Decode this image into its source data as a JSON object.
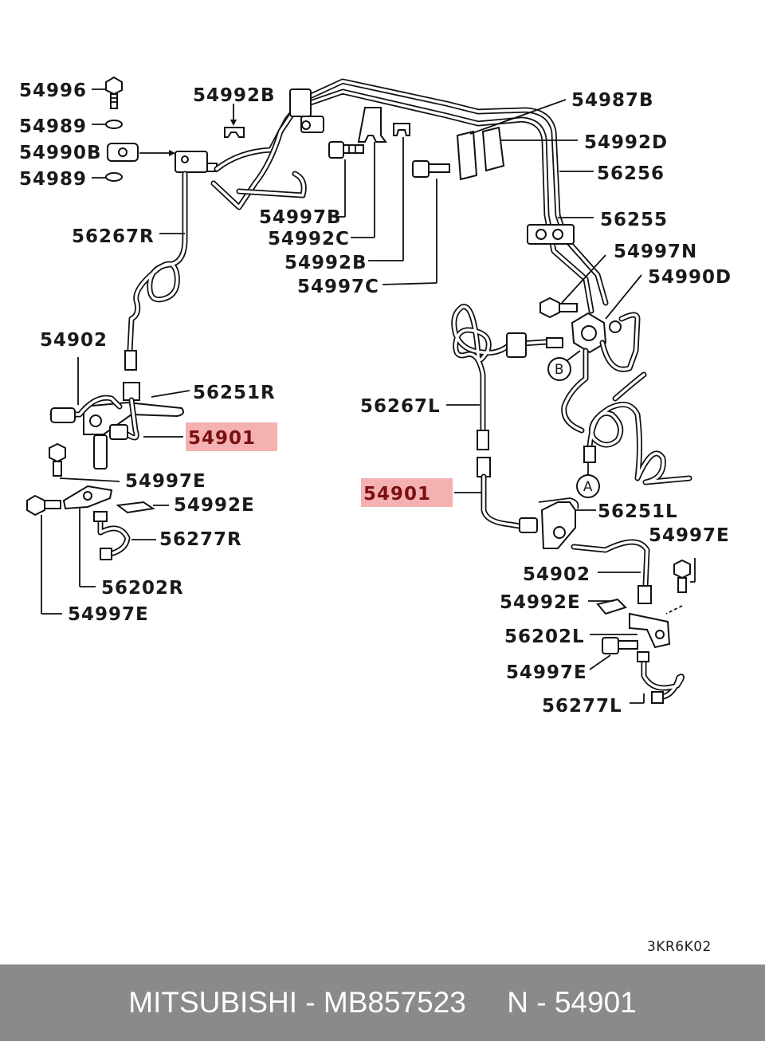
{
  "labels": {
    "l54996": "54996",
    "l54989a": "54989",
    "l54990b": "54990B",
    "l54989b": "54989",
    "l56267r": "56267R",
    "l54992b_top": "54992B",
    "l54997b": "54997B",
    "l54992c": "54992C",
    "l54992b_mid": "54992B",
    "l54997c": "54997C",
    "l54987b": "54987B",
    "l54992d": "54992D",
    "l56256": "56256",
    "l56255": "56255",
    "l54997n": "54997N",
    "l54990d": "54990D",
    "l54902_left": "54902",
    "l56251r": "56251R",
    "l54901_left": "54901",
    "l54997e_a": "54997E",
    "l54992e_left": "54992E",
    "l56277r": "56277R",
    "l56202r": "56202R",
    "l54997e_b": "54997E",
    "l56267l": "56267L",
    "l54901_right": "54901",
    "l56251l": "56251L",
    "l54997e_c": "54997E",
    "l54902_right": "54902",
    "l54992e_right": "54992E",
    "l56202l": "56202L",
    "l54997e_d": "54997E",
    "l56277l": "56277L",
    "marker_a": "A",
    "marker_b": "B",
    "diagram_code": "3KR6K02"
  },
  "highlight_color": "#f3a3a3",
  "footer": {
    "text": "MITSUBISHI - MB857523     N - 54901",
    "background": "#8a8a8a"
  }
}
